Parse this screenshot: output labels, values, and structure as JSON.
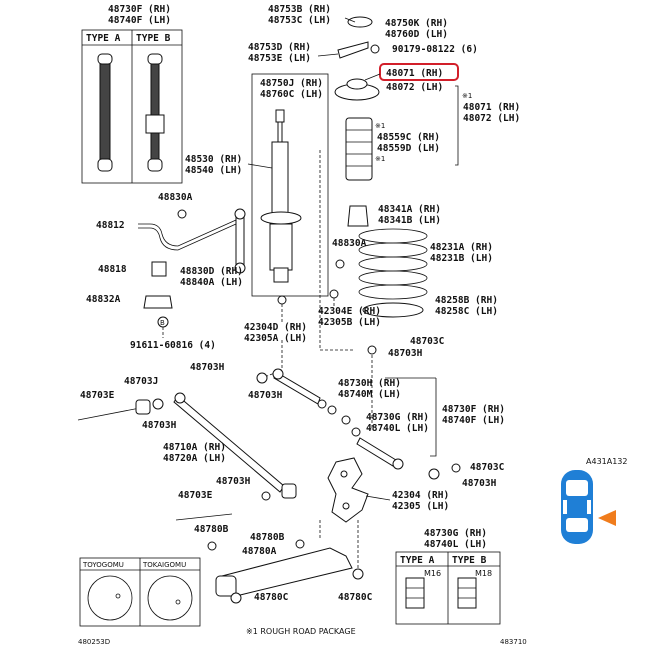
{
  "labels": {
    "p48730F": "48730F (RH)",
    "p48740F": "48740F (LH)",
    "typeA": "TYPE A",
    "typeB": "TYPE B",
    "p48753B": "48753B (RH)",
    "p48753C": "48753C (LH)",
    "p48750K": "48750K (RH)",
    "p48760D": "48760D (LH)",
    "p90179": "90179-08122 (6)",
    "p48753D": "48753D (RH)",
    "p48753E": "48753E (LH)",
    "p48071": "48071 (RH)",
    "p48072": "48072 (LH)",
    "p48750J": "48750J (RH)",
    "p48760C": "48760C (LH)",
    "star1": "※1",
    "p48071b": "48071 (RH)",
    "p48072b": "48072 (LH)",
    "p48559C": "48559C (RH)",
    "p48559D": "48559D (LH)",
    "p48530": "48530 (RH)",
    "p48540": "48540 (LH)",
    "p48830A": "48830A",
    "p48812": "48812",
    "p48341A": "48341A (RH)",
    "p48341B": "48341B (LH)",
    "p48830A2": "48830A",
    "p48231A": "48231A (RH)",
    "p48231B": "48231B (LH)",
    "p48818": "48818",
    "p48830D": "48830D (RH)",
    "p48840A": "48840A (LH)",
    "p48832A": "48832A",
    "p48258B": "48258B (RH)",
    "p48258C": "48258C (LH)",
    "p42304D": "42304D (RH)",
    "p42305A": "42305A (LH)",
    "p42304E": "42304E (RH)",
    "p42305B": "42305B (LH)",
    "p91611": "91611-60816 (4)",
    "p48703C": "48703C",
    "p48703H": "48703H",
    "p48703J": "48703J",
    "p48703E": "48703E",
    "p48730H": "48730H (RH)",
    "p48740M": "48740M (LH)",
    "p48730G": "48730G (RH)",
    "p48740L": "48740L (LH)",
    "p48730F2": "48730F (RH)",
    "p48740F2": "48740F (LH)",
    "p48710A": "48710A (RH)",
    "p48720A": "48720A (LH)",
    "p48703C2": "48703C",
    "p48703H2": "48703H",
    "p42304": "42304 (RH)",
    "p42305": "42305 (LH)",
    "p48703E2": "48703E",
    "p48780B": "48780B",
    "p48780A": "48780A",
    "p48730G2": "48730G (RH)",
    "p48740L2": "48740L (LH)",
    "toyogomu": "TOYOGOMU",
    "tokaigomu": "TOKAIGOMU",
    "typeA2": "TYPE A",
    "typeB2": "TYPE B",
    "m16": "M16",
    "m18": "M18",
    "p48780C": "48780C",
    "footnote": "※1 ROUGH ROAD PACKAGE",
    "code1": "480253D",
    "code2": "483710",
    "diagramId": "A431A132",
    "markB": "B"
  },
  "colors": {
    "highlight": "#d21f2a",
    "carBlue": "#1f7fd6",
    "arrow": "#f07c1c"
  }
}
